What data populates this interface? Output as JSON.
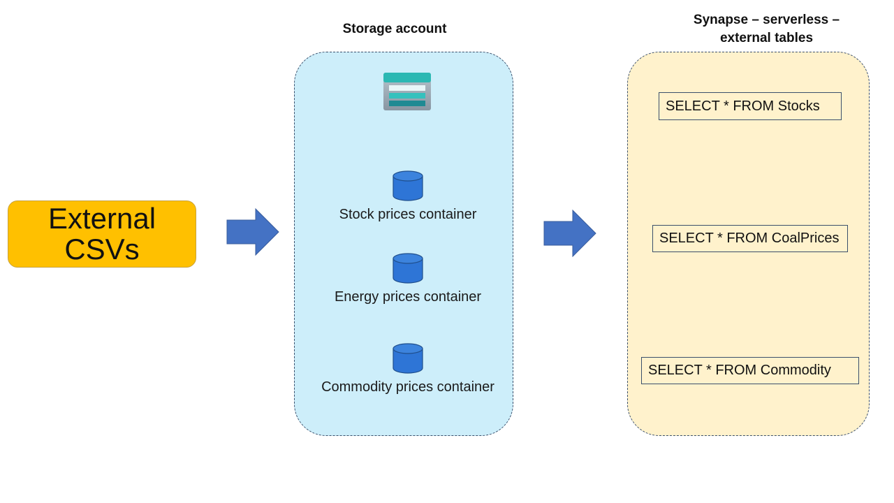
{
  "source": {
    "label": "External\nCSVs"
  },
  "storage": {
    "title": "Storage account",
    "icon": "storage-account-icon",
    "containers": [
      {
        "label": "Stock prices container",
        "icon": "database-cylinder-icon"
      },
      {
        "label": "Energy prices container",
        "icon": "database-cylinder-icon"
      },
      {
        "label": "Commodity  prices container",
        "icon": "database-cylinder-icon"
      }
    ]
  },
  "synapse": {
    "title": "Synapse – serverless – external tables",
    "queries": [
      "SELECT * FROM Stocks",
      "SELECT * FROM CoalPrices",
      "SELECT * FROM Commodity"
    ]
  },
  "colors": {
    "source_fill": "#ffc000",
    "storage_fill": "#cdeefa",
    "synapse_fill": "#fff2cc",
    "arrow_fill": "#4472c4",
    "cylinder_fill": "#2e75d6"
  }
}
